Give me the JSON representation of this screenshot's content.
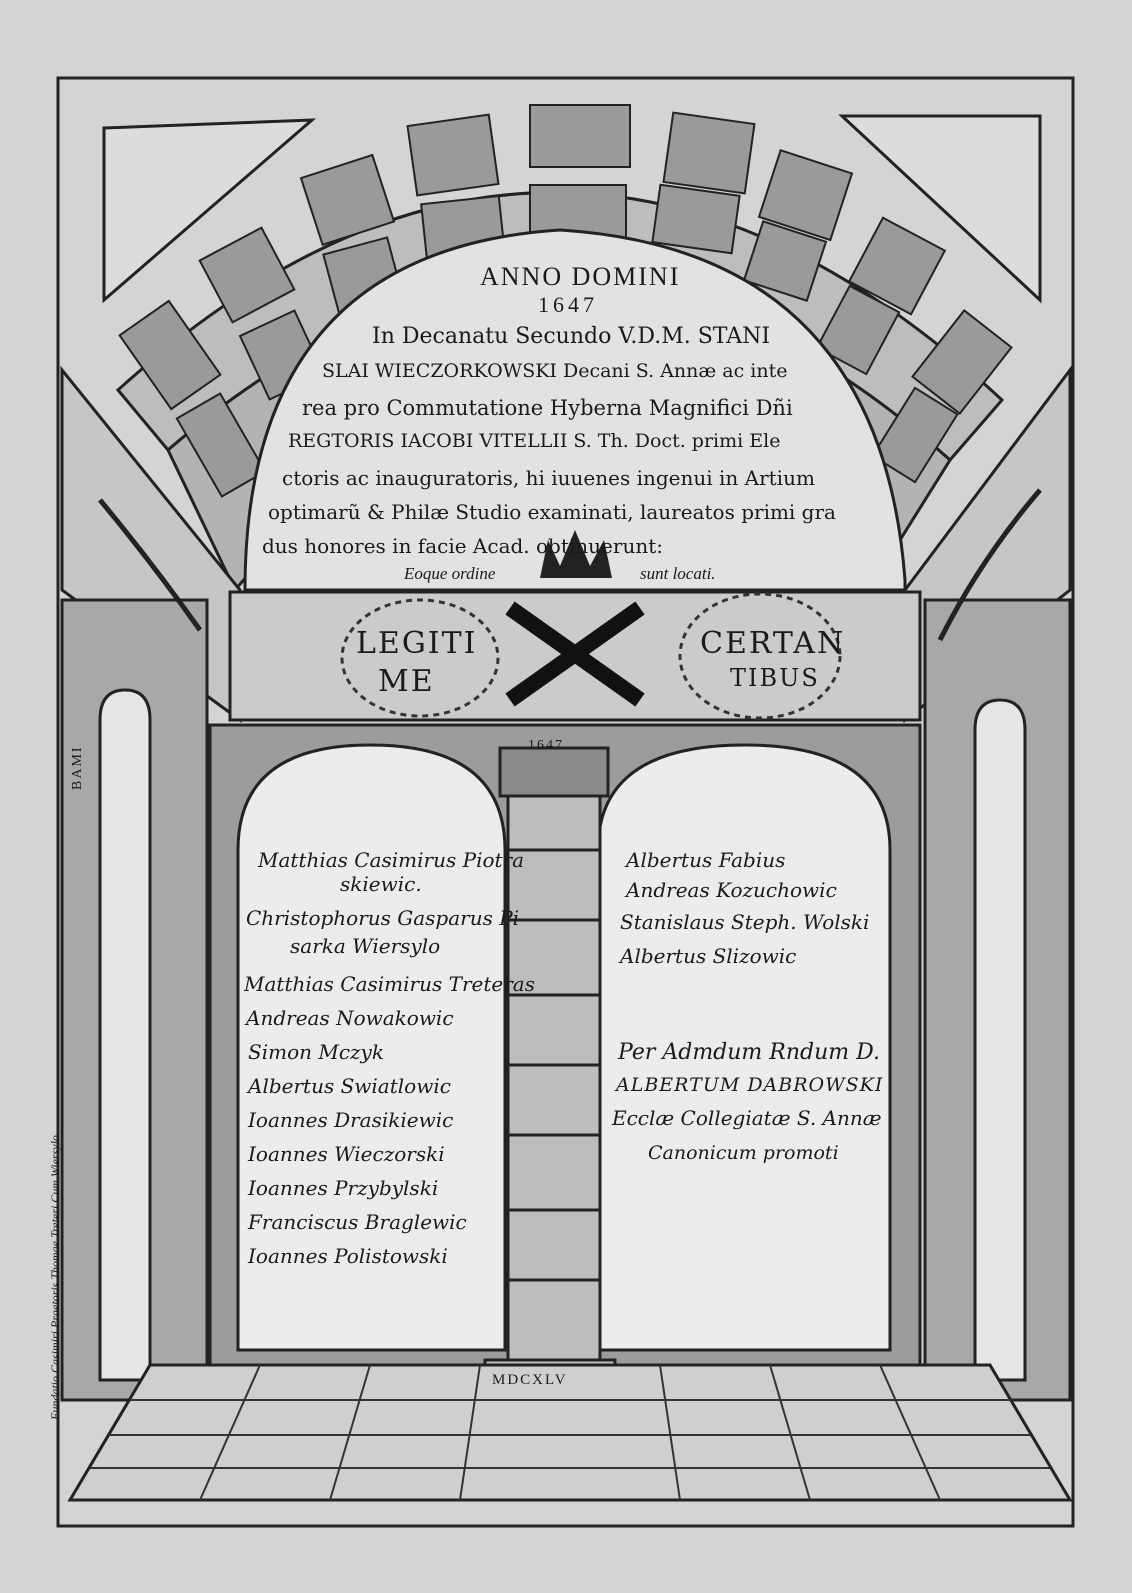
{
  "heading": {
    "title": "ANNO DOMINI",
    "year": "1647"
  },
  "inscription": [
    "In Decanatu Secundo V.D.M. STANI",
    "SLAI WIECZORKOWSKI Decani S. Annæ ac inte",
    "rea pro Commutatione Hyberna Magnifici Dñi",
    "REGTORIS IACOBI VITELLII S. Th. Doct. primi Ele",
    "ctoris ac inauguratoris, hi iuuenes ingenui in Artium",
    "optimarũ & Philæ Studio examinati, laureatos primi gra",
    "dus honores in facie Acad. obtinuerunt:"
  ],
  "order_note": {
    "left": "Eoque ordine",
    "right": "sunt locati."
  },
  "banners": {
    "left": [
      "LEGITI",
      "ME"
    ],
    "right": [
      "CERTAN",
      "TIBUS"
    ]
  },
  "column_date": "1647",
  "base_date": "MDCXLV",
  "left_list": [
    "Matthias Casimirus Piotra",
    "skiewic.",
    "Christophorus Gasparus Pi",
    "sarka Wiersylo",
    "Matthias Casimirus Treteras",
    "Andreas Nowakowic",
    "Simon Mczyk",
    "Albertus Swiatlowic",
    "Ioannes Drasikiewic",
    "Ioannes Wieczorski",
    "Ioannes Przybylski",
    "Franciscus Braglewic",
    "Ioannes Polistowski"
  ],
  "right_list": [
    "Albertus Fabius",
    "Andreas Kozuchowic",
    "Stanislaus Steph. Wolski",
    "Albertus Slizowic"
  ],
  "promoter": [
    "Per Admdum Rndum D.",
    "ALBERTUM DABROWSKI",
    "Ecclæ Collegiatæ S. Annæ",
    "Canonicum promoti"
  ],
  "side_notes": {
    "vertical_long": "Fundatio Casimiri Praetoris Thomae Treteri Cum Wiersylo",
    "vertical_short": "BAMI"
  },
  "colors": {
    "paper": "#d4d4d2",
    "ink": "#1a1a1a",
    "shade": "#6e6e6e"
  }
}
